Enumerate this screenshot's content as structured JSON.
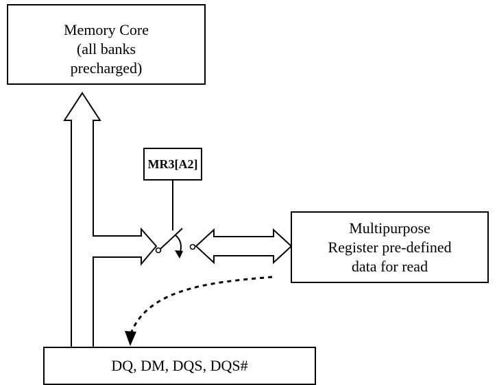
{
  "memory_core": {
    "lines": [
      "Memory Core",
      "(all banks",
      "precharged)"
    ]
  },
  "mode_register": {
    "label": "MR3[A2]"
  },
  "mpr": {
    "lines": [
      "Multipurpose",
      "Register pre-defined",
      "data for read"
    ]
  },
  "dq_bus": {
    "label": "DQ, DM, DQS, DQS#"
  }
}
